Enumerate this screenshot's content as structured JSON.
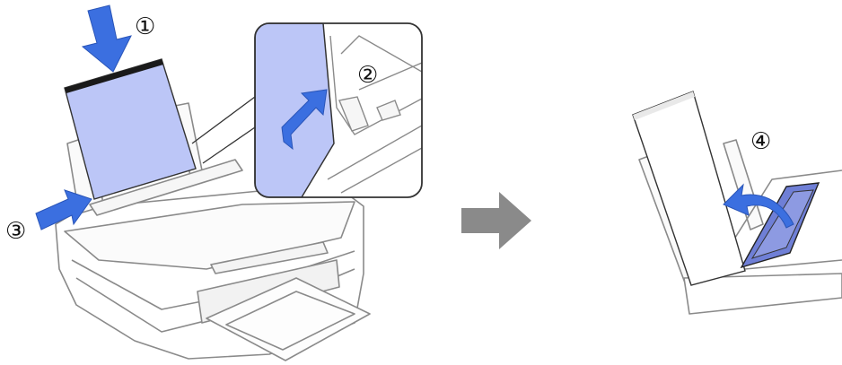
{
  "steps": [
    {
      "label": "①"
    },
    {
      "label": "②"
    },
    {
      "label": "③"
    },
    {
      "label": "④"
    }
  ],
  "colors": {
    "paper": "#bcc6f7",
    "arrow_blue": "#3b6fe0",
    "outline": "#444444",
    "printer_line": "#8a8a8a",
    "next_arrow": "#8a8a8a",
    "output_tray": "#6f7fd6"
  },
  "icons": {
    "load_arrow": "arrow-down-icon",
    "next_arrow": "arrow-right-icon"
  }
}
